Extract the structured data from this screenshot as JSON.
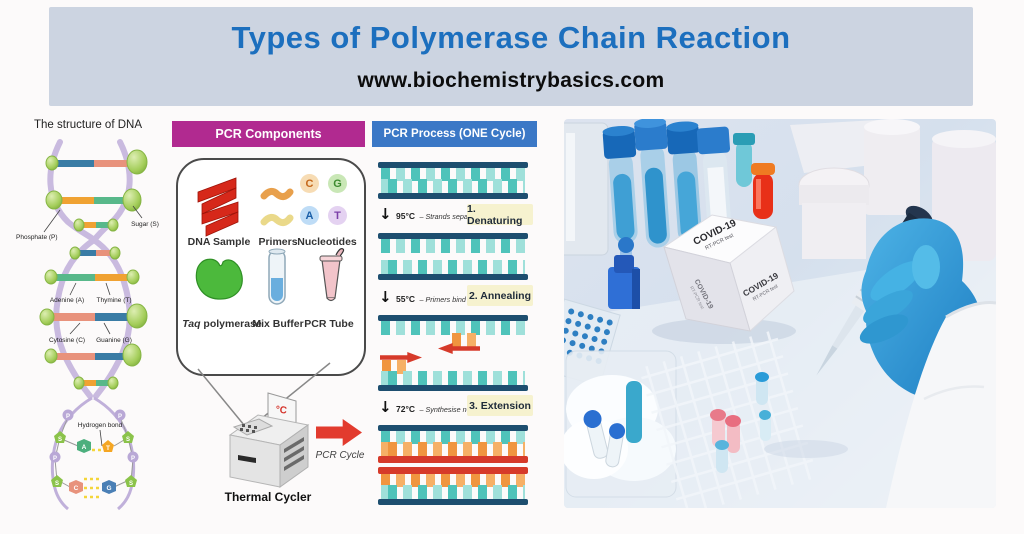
{
  "header": {
    "title": "Types of Polymerase Chain Reaction",
    "website": "www.biochemistrybasics.com"
  },
  "dna_panel": {
    "title": "The structure of DNA",
    "labels": {
      "phosphate": "Phosphate (P)",
      "sugar": "Sugar (S)",
      "adenine": "Adenine (A)",
      "thymine": "Thymine (T)",
      "cytosine": "Cytosine (C)",
      "guanine": "Guanine (G)",
      "hydrogen_bond": "Hydrogen bond"
    },
    "letters": {
      "p": "P",
      "s": "S",
      "a": "A",
      "t": "T",
      "c": "C",
      "g": "G"
    }
  },
  "components_panel": {
    "title": "PCR Components",
    "row1": [
      {
        "label": "DNA Sample"
      },
      {
        "label": "Primers"
      },
      {
        "label": "Nucleotides"
      }
    ],
    "row2": [
      {
        "label_italic": "Taq",
        "label_rest": " polymerase"
      },
      {
        "label": "Mix Buffer"
      },
      {
        "label": "PCR Tube"
      }
    ],
    "nucleotides": [
      {
        "letter": "C"
      },
      {
        "letter": "G"
      },
      {
        "letter": "A"
      },
      {
        "letter": "T"
      }
    ],
    "thermal_cycler": {
      "label": "Thermal Cycler",
      "display": "°C"
    },
    "pcr_cycle_label": "PCR Cycle"
  },
  "process_panel": {
    "title": "PCR Process  (ONE Cycle)",
    "steps": [
      {
        "temp": "95°C",
        "action": "– Strands separate",
        "name": "1. Denaturing"
      },
      {
        "temp": "55°C",
        "action": "– Primers bind template",
        "name": "2. Annealing"
      },
      {
        "temp": "72°C",
        "action": "– Synthesise new strand",
        "name": "3. Extension"
      }
    ]
  },
  "photo": {
    "covid_box": {
      "line1": "COVID-19",
      "line2": "RT-PCR test"
    }
  },
  "colors": {
    "header_bg": "#ccd4e1",
    "title_blue": "#1c6fbe",
    "banner_magenta": "#b12a90",
    "banner_blue": "#3b78c6",
    "strand_navy": "#1d4e6f",
    "strand_teal": "#4fc3ba",
    "primer_orange": "#f0953f",
    "new_strand_red": "#d63a2a",
    "step_badge_bg": "#f6f2cf",
    "helix_purple": "#c9badf",
    "node_green": "#a3cd59",
    "glove_blue": "#2f9ad4"
  }
}
